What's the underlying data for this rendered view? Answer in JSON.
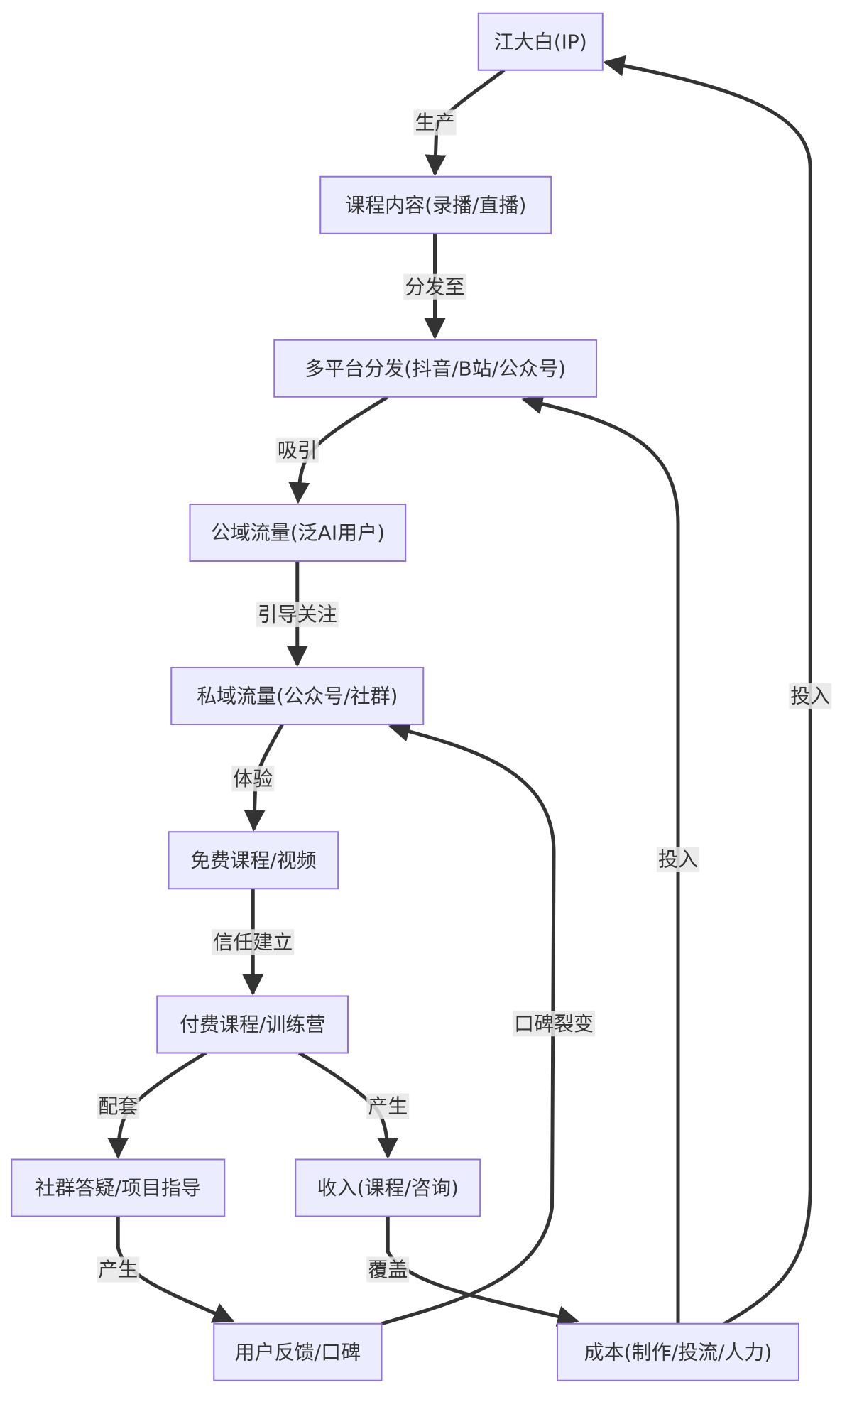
{
  "diagram": {
    "type": "flowchart",
    "colors": {
      "node_fill": "#ECECFF",
      "node_stroke": "#9370DB",
      "edge": "#333333",
      "label_bg": "#e8e8e8",
      "text": "#333333"
    },
    "nodes": [
      {
        "id": "ip",
        "label": "江大白(IP)"
      },
      {
        "id": "content",
        "label": "课程内容(录播/直播)"
      },
      {
        "id": "platform",
        "label": "多平台分发(抖音/B站/公众号)"
      },
      {
        "id": "public",
        "label": "公域流量(泛AI用户)"
      },
      {
        "id": "private",
        "label": "私域流量(公众号/社群)"
      },
      {
        "id": "free",
        "label": "免费课程/视频"
      },
      {
        "id": "paid",
        "label": "付费课程/训练营"
      },
      {
        "id": "community",
        "label": "社群答疑/项目指导"
      },
      {
        "id": "income",
        "label": "收入(课程/咨询)"
      },
      {
        "id": "feedback",
        "label": "用户反馈/口碑"
      },
      {
        "id": "cost",
        "label": "成本(制作/投流/人力)"
      }
    ],
    "edges": [
      {
        "from": "ip",
        "to": "content",
        "label": "生产"
      },
      {
        "from": "content",
        "to": "platform",
        "label": "分发至"
      },
      {
        "from": "platform",
        "to": "public",
        "label": "吸引"
      },
      {
        "from": "public",
        "to": "private",
        "label": "引导关注"
      },
      {
        "from": "private",
        "to": "free",
        "label": "体验"
      },
      {
        "from": "free",
        "to": "paid",
        "label": "信任建立"
      },
      {
        "from": "paid",
        "to": "community",
        "label": "配套"
      },
      {
        "from": "paid",
        "to": "income",
        "label": "产生"
      },
      {
        "from": "community",
        "to": "feedback",
        "label": "产生"
      },
      {
        "from": "income",
        "to": "cost",
        "label": "覆盖"
      },
      {
        "from": "feedback",
        "to": "private",
        "label": "口碑裂变"
      },
      {
        "from": "cost",
        "to": "platform",
        "label": "投入"
      },
      {
        "from": "cost",
        "to": "ip",
        "label": "投入"
      }
    ]
  }
}
